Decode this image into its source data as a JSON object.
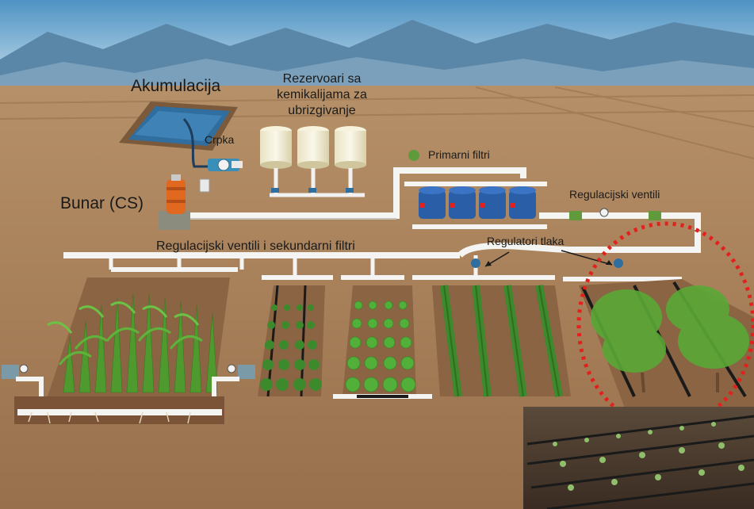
{
  "labels": {
    "akumulacija": "Akumulacija",
    "rezervoari": "Rezervoari sa kemikalijama za ubrizgivanje",
    "rezervoari_l1": "Rezervoari sa",
    "rezervoari_l2": "kemikalijama za",
    "rezervoari_l3": "ubrizgivanje",
    "crpka": "Crpka",
    "primarni_filtri": "Primarni filtri",
    "bunar": "Bunar (CS)",
    "regulacijski_ventili": "Regulacijski ventili",
    "regulacijski_sekundarni": "Regulacijski ventili i sekundarni filtri",
    "regulatori_tlaka": "Regulatori tlaka"
  },
  "colors": {
    "sky_top": "#4f93c4",
    "sky_bottom": "#cfe3ee",
    "mountains": "#5a86a8",
    "soil": "#a9835c",
    "soil_dark": "#8a6443",
    "pipe": "#f4f4f2",
    "water": "#2f6e9e",
    "highlight_circle": "#e3201b",
    "plant_green": "#4f9a2e",
    "filter_blue": "#2a5fa8",
    "pump_orange": "#e0681f"
  },
  "icons": [
    "reservoir-pool",
    "chemical-tank",
    "water-pump",
    "well-tank",
    "disc-filter",
    "gate-valve",
    "pressure-gauge",
    "pressure-regulator",
    "drip-line",
    "crop-plant"
  ]
}
